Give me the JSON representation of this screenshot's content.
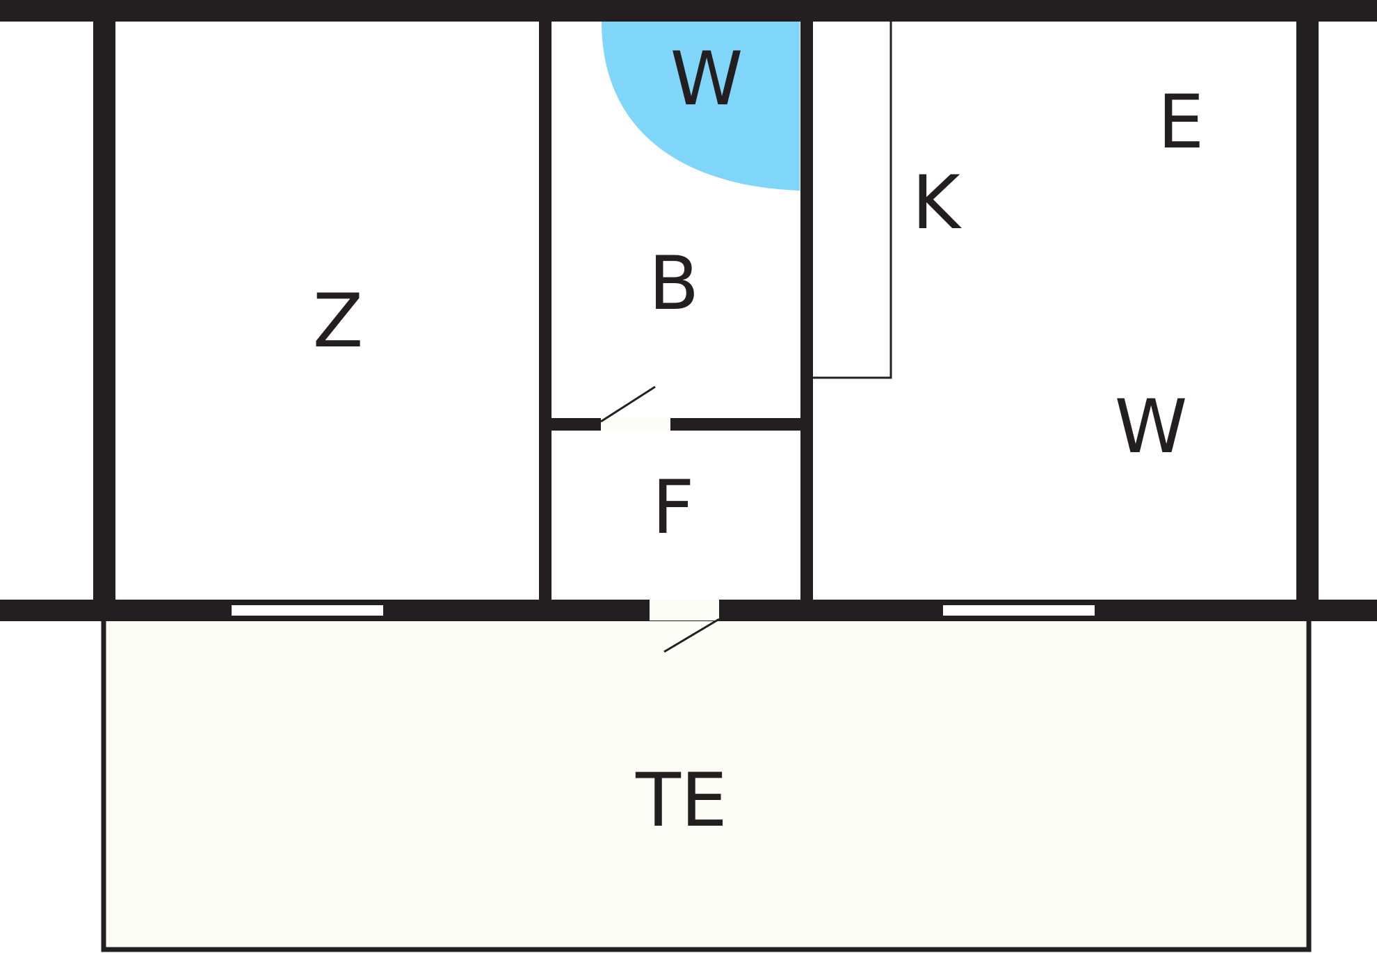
{
  "floor_plan": {
    "colors": {
      "wall": "#231f20",
      "terrace_fill": "#fdfdf7",
      "shower_fill": "#80d6f8",
      "background": "#ffffff"
    },
    "rooms": {
      "z": {
        "label": "Z"
      },
      "b": {
        "label": "B"
      },
      "w_shower": {
        "label": "W"
      },
      "f": {
        "label": "F"
      },
      "k": {
        "label": "K"
      },
      "e": {
        "label": "E"
      },
      "w_living": {
        "label": "W"
      },
      "te": {
        "label": "TE"
      }
    }
  }
}
